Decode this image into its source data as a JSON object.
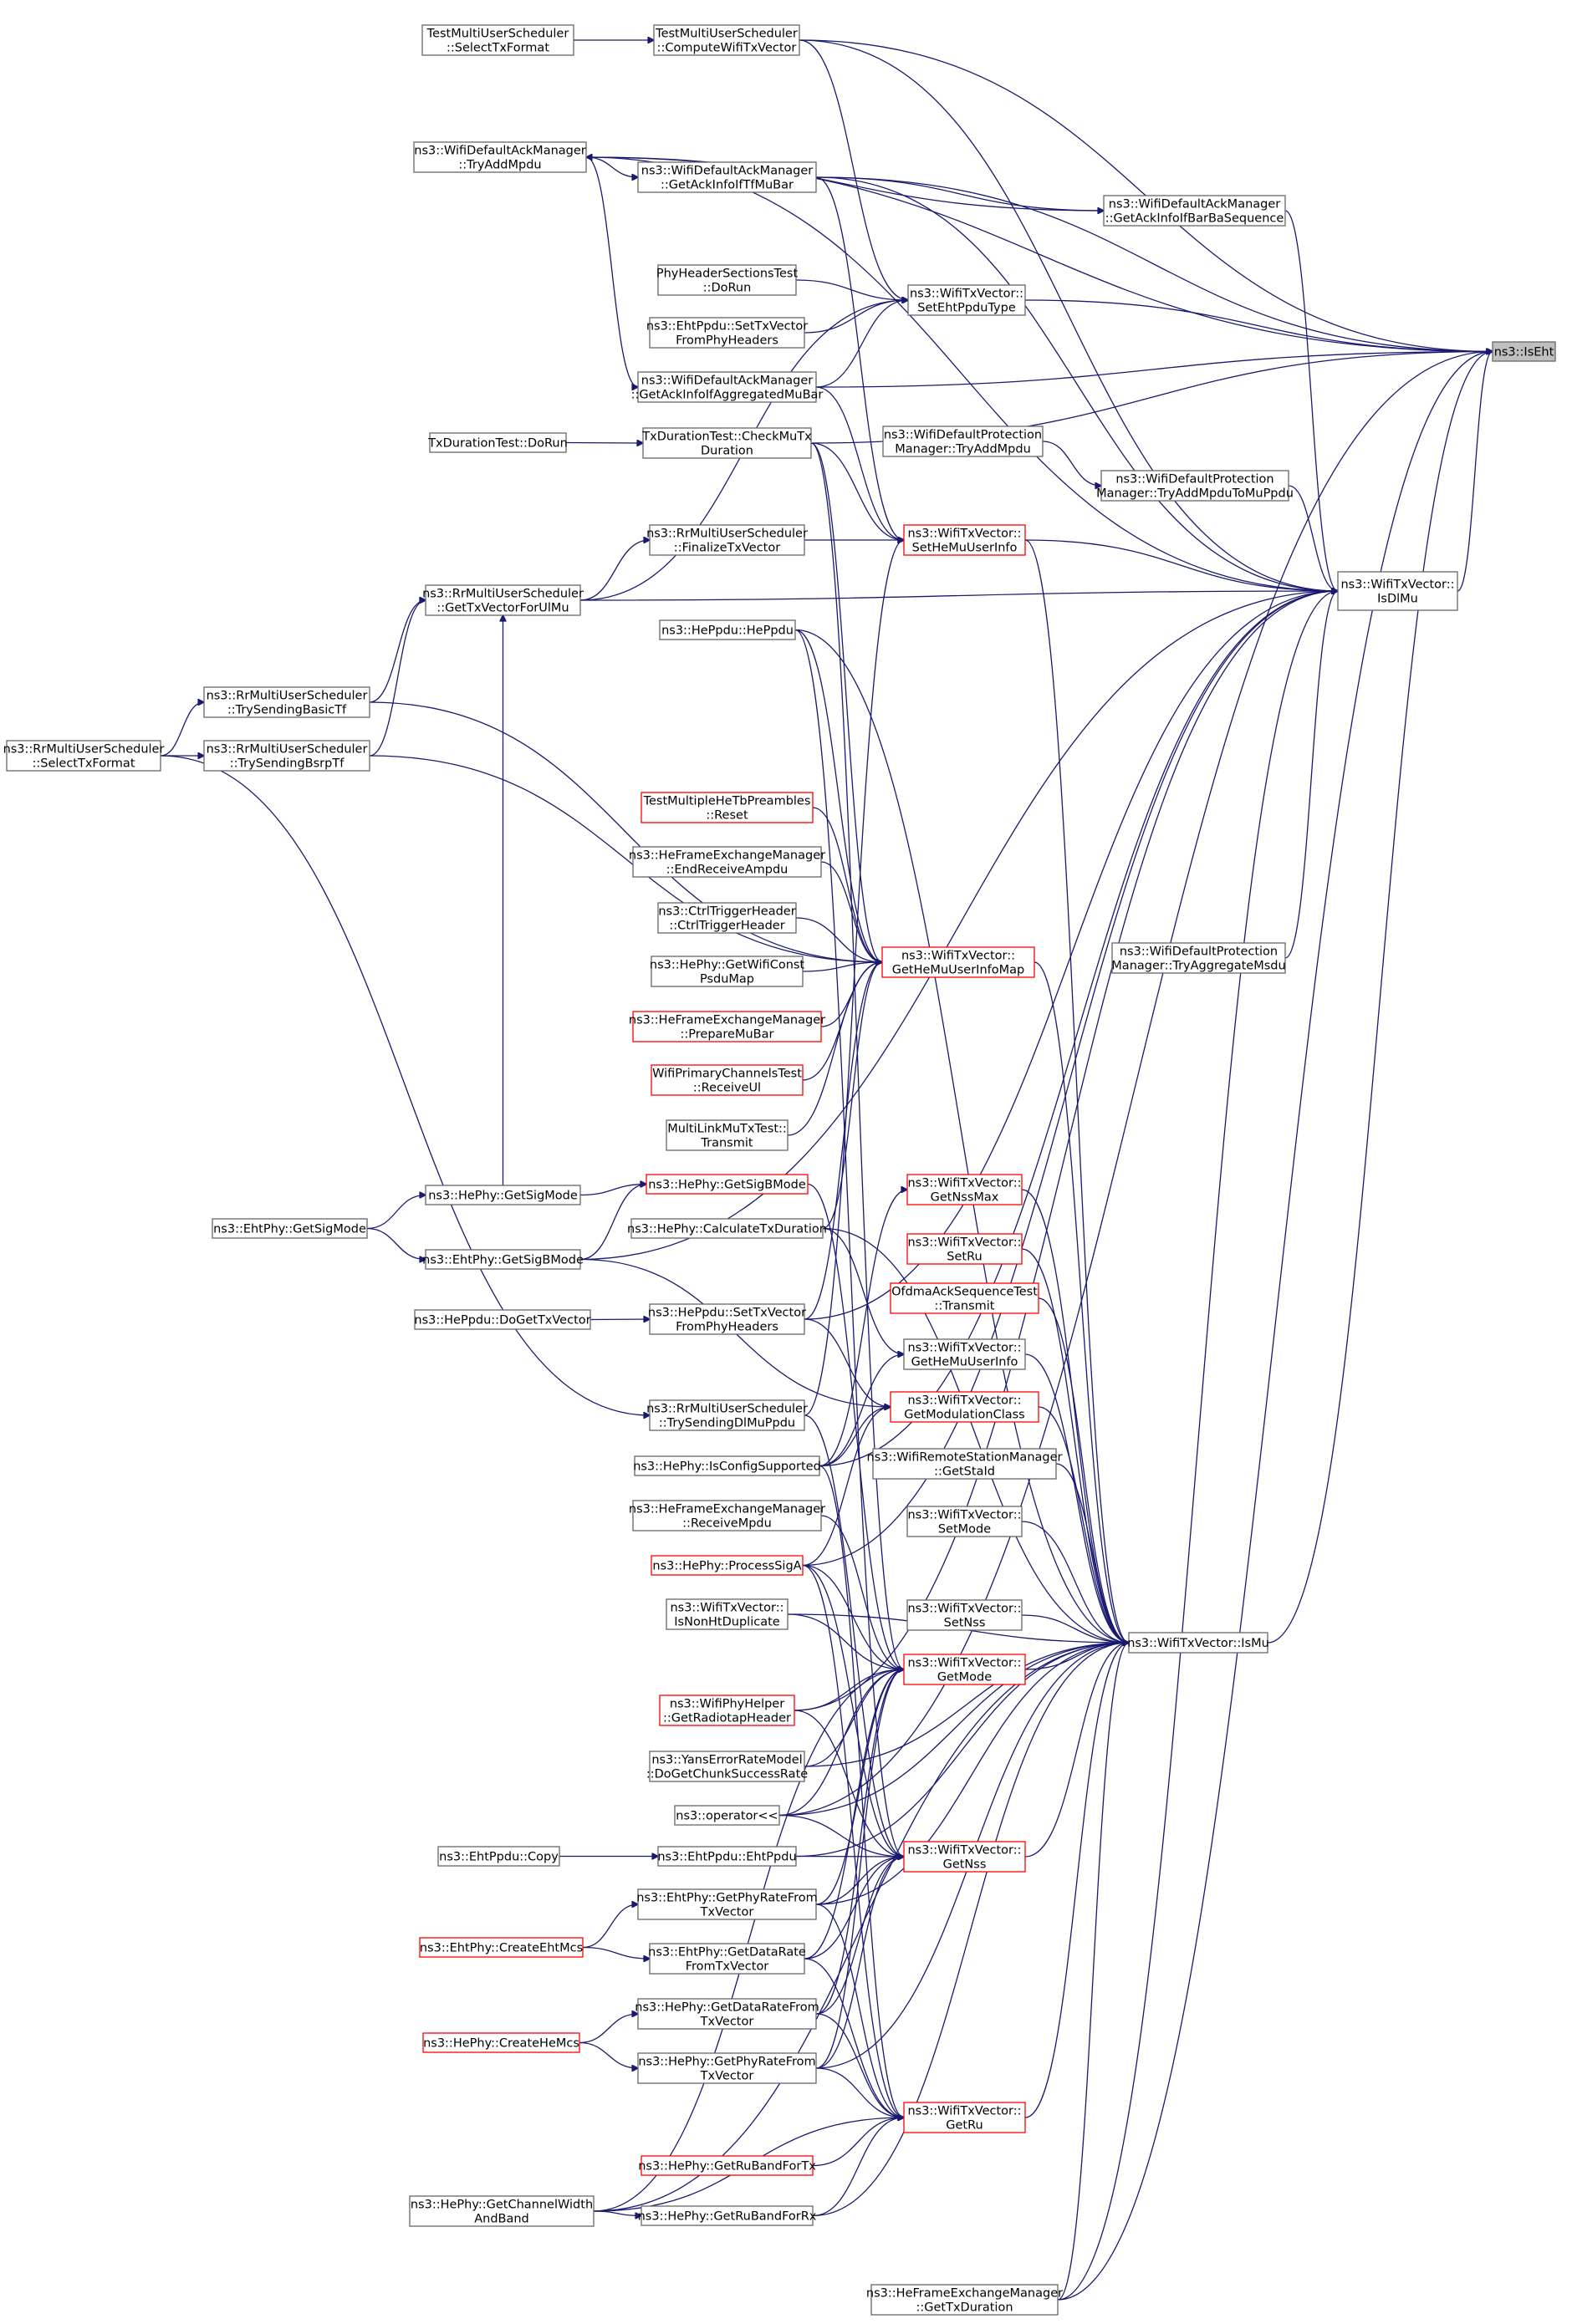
{
  "colors": {
    "edge": "#191970",
    "border": "#666666",
    "red_border": "#ff0000",
    "root_fill": "#bfbfbf"
  },
  "nodes": [
    {
      "id": "iseht",
      "lines": [
        "ns3::IsEht"
      ],
      "kind": "root"
    },
    {
      "id": "isdlmu",
      "lines": [
        "ns3::WifiTxVector::",
        "IsDlMu"
      ],
      "kind": "normal"
    },
    {
      "id": "ismu",
      "lines": [
        "ns3::WifiTxVector::IsMu"
      ],
      "kind": "normal"
    },
    {
      "id": "cwtv",
      "lines": [
        "TestMultiUserScheduler",
        "::ComputeWifiTxVector"
      ],
      "kind": "normal"
    },
    {
      "id": "stf",
      "lines": [
        "TestMultiUserScheduler",
        "::SelectTxFormat"
      ],
      "kind": "normal"
    },
    {
      "id": "tryadd",
      "lines": [
        "ns3::WifiDefaultAckManager",
        "::TryAddMpdu"
      ],
      "kind": "normal"
    },
    {
      "id": "gaitfmu",
      "lines": [
        "ns3::WifiDefaultAckManager",
        "::GetAckInfoIfTfMuBar"
      ],
      "kind": "normal"
    },
    {
      "id": "gaibarba",
      "lines": [
        "ns3::WifiDefaultAckManager",
        "::GetAckInfoIfBarBaSequence"
      ],
      "kind": "normal"
    },
    {
      "id": "phst",
      "lines": [
        "PhyHeaderSectionsTest",
        "::DoRun"
      ],
      "kind": "normal"
    },
    {
      "id": "setehtppdu",
      "lines": [
        "ns3::WifiTxVector::",
        "SetEhtPpduType"
      ],
      "kind": "normal"
    },
    {
      "id": "ehtsettxv",
      "lines": [
        "ns3::EhtPpdu::SetTxVector",
        "FromPhyHeaders"
      ],
      "kind": "normal"
    },
    {
      "id": "gaiagg",
      "lines": [
        "ns3::WifiDefaultAckManager",
        "::GetAckInfoIfAggregatedMuBar"
      ],
      "kind": "normal"
    },
    {
      "id": "tddorun",
      "lines": [
        "TxDurationTest::DoRun"
      ],
      "kind": "normal"
    },
    {
      "id": "checkmu",
      "lines": [
        "TxDurationTest::CheckMuTx",
        "Duration"
      ],
      "kind": "normal"
    },
    {
      "id": "dpmtryadd",
      "lines": [
        "ns3::WifiDefaultProtection",
        "Manager::TryAddMpdu"
      ],
      "kind": "normal"
    },
    {
      "id": "dpmtrymu",
      "lines": [
        "ns3::WifiDefaultProtection",
        "Manager::TryAddMpduToMuPpdu"
      ],
      "kind": "normal"
    },
    {
      "id": "finalize",
      "lines": [
        "ns3::RrMultiUserScheduler",
        "::FinalizeTxVector"
      ],
      "kind": "normal"
    },
    {
      "id": "sethemu",
      "lines": [
        "ns3::WifiTxVector::",
        "SetHeMuUserInfo"
      ],
      "kind": "red"
    },
    {
      "id": "gettxvul",
      "lines": [
        "ns3::RrMultiUserScheduler",
        "::GetTxVectorForUlMu"
      ],
      "kind": "normal"
    },
    {
      "id": "heppdu",
      "lines": [
        "ns3::HePpdu::HePpdu"
      ],
      "kind": "normal"
    },
    {
      "id": "trybasic",
      "lines": [
        "ns3::RrMultiUserScheduler",
        "::TrySendingBasicTf"
      ],
      "kind": "normal"
    },
    {
      "id": "rrselect",
      "lines": [
        "ns3::RrMultiUserScheduler",
        "::SelectTxFormat"
      ],
      "kind": "normal"
    },
    {
      "id": "trybsrp",
      "lines": [
        "ns3::RrMultiUserScheduler",
        "::TrySendingBsrpTf"
      ],
      "kind": "normal"
    },
    {
      "id": "tmreset",
      "lines": [
        "TestMultipleHeTbPreambles",
        "::Reset"
      ],
      "kind": "red"
    },
    {
      "id": "endrecv",
      "lines": [
        "ns3::HeFrameExchangeManager",
        "::EndReceiveAmpdu"
      ],
      "kind": "normal"
    },
    {
      "id": "ctrltrig",
      "lines": [
        "ns3::CtrlTriggerHeader",
        "::CtrlTriggerHeader"
      ],
      "kind": "normal"
    },
    {
      "id": "gethemumap",
      "lines": [
        "ns3::WifiTxVector::",
        "GetHeMuUserInfoMap"
      ],
      "kind": "red"
    },
    {
      "id": "getwificonst",
      "lines": [
        "ns3::HePhy::GetWifiConst",
        "PsduMap"
      ],
      "kind": "normal"
    },
    {
      "id": "dpmtryagg",
      "lines": [
        "ns3::WifiDefaultProtection",
        "Manager::TryAggregateMsdu"
      ],
      "kind": "normal"
    },
    {
      "id": "preparemubar",
      "lines": [
        "ns3::HeFrameExchangeManager",
        "::PrepareMuBar"
      ],
      "kind": "red"
    },
    {
      "id": "wpcrecv",
      "lines": [
        "WifiPrimaryChannelsTest",
        "::ReceiveUl"
      ],
      "kind": "red"
    },
    {
      "id": "mlmutx",
      "lines": [
        "MultiLinkMuTxTest::",
        "Transmit"
      ],
      "kind": "normal"
    },
    {
      "id": "hegetsigmode",
      "lines": [
        "ns3::HePhy::GetSigMode"
      ],
      "kind": "normal"
    },
    {
      "id": "getsigb",
      "lines": [
        "ns3::HePhy::GetSigBMode"
      ],
      "kind": "red"
    },
    {
      "id": "getnssmax",
      "lines": [
        "ns3::WifiTxVector::",
        "GetNssMax"
      ],
      "kind": "red"
    },
    {
      "id": "ehtgetsigmode",
      "lines": [
        "ns3::EhtPhy::GetSigMode"
      ],
      "kind": "normal"
    },
    {
      "id": "calctxdur",
      "lines": [
        "ns3::HePhy::CalculateTxDuration"
      ],
      "kind": "normal"
    },
    {
      "id": "setru",
      "lines": [
        "ns3::WifiTxVector::",
        "SetRu"
      ],
      "kind": "red"
    },
    {
      "id": "ehtgetsigb",
      "lines": [
        "ns3::EhtPhy::GetSigBMode"
      ],
      "kind": "normal"
    },
    {
      "id": "ofdmaack",
      "lines": [
        "OfdmaAckSequenceTest",
        "::Transmit"
      ],
      "kind": "red"
    },
    {
      "id": "hedoget",
      "lines": [
        "ns3::HePpdu::DoGetTxVector"
      ],
      "kind": "normal"
    },
    {
      "id": "hesettxv",
      "lines": [
        "ns3::HePpdu::SetTxVector",
        "FromPhyHeaders"
      ],
      "kind": "normal"
    },
    {
      "id": "gethemuinfo",
      "lines": [
        "ns3::WifiTxVector::",
        "GetHeMuUserInfo"
      ],
      "kind": "normal"
    },
    {
      "id": "trydlmu",
      "lines": [
        "ns3::RrMultiUserScheduler",
        "::TrySendingDlMuPpdu"
      ],
      "kind": "normal"
    },
    {
      "id": "getmodclass",
      "lines": [
        "ns3::WifiTxVector::",
        "GetModulationClass"
      ],
      "kind": "red"
    },
    {
      "id": "getstaid",
      "lines": [
        "ns3::WifiRemoteStationManager",
        "::GetStaId"
      ],
      "kind": "normal"
    },
    {
      "id": "isconfig",
      "lines": [
        "ns3::HePhy::IsConfigSupported"
      ],
      "kind": "normal"
    },
    {
      "id": "setmode",
      "lines": [
        "ns3::WifiTxVector::",
        "SetMode"
      ],
      "kind": "normal"
    },
    {
      "id": "recvmpdu",
      "lines": [
        "ns3::HeFrameExchangeManager",
        "::ReceiveMpdu"
      ],
      "kind": "normal"
    },
    {
      "id": "procsiga",
      "lines": [
        "ns3::HePhy::ProcessSigA"
      ],
      "kind": "red"
    },
    {
      "id": "setnss",
      "lines": [
        "ns3::WifiTxVector::",
        "SetNss"
      ],
      "kind": "normal"
    },
    {
      "id": "isnonht",
      "lines": [
        "ns3::WifiTxVector::",
        "IsNonHtDuplicate"
      ],
      "kind": "normal"
    },
    {
      "id": "getmode",
      "lines": [
        "ns3::WifiTxVector::",
        "GetMode"
      ],
      "kind": "red"
    },
    {
      "id": "radiotap",
      "lines": [
        "ns3::WifiPhyHelper",
        "::GetRadiotapHeader"
      ],
      "kind": "red"
    },
    {
      "id": "yans",
      "lines": [
        "ns3::YansErrorRateModel",
        "::DoGetChunkSuccessRate"
      ],
      "kind": "normal"
    },
    {
      "id": "oplshift",
      "lines": [
        "ns3::operator<<"
      ],
      "kind": "normal"
    },
    {
      "id": "ehtcopy",
      "lines": [
        "ns3::EhtPpdu::Copy"
      ],
      "kind": "normal"
    },
    {
      "id": "ehtppdu",
      "lines": [
        "ns3::EhtPpdu::EhtPpdu"
      ],
      "kind": "normal"
    },
    {
      "id": "getnss",
      "lines": [
        "ns3::WifiTxVector::",
        "GetNss"
      ],
      "kind": "red"
    },
    {
      "id": "ehtphyrate",
      "lines": [
        "ns3::EhtPhy::GetPhyRateFrom",
        "TxVector"
      ],
      "kind": "normal"
    },
    {
      "id": "createeht",
      "lines": [
        "ns3::EhtPhy::CreateEhtMcs"
      ],
      "kind": "red"
    },
    {
      "id": "ehtdatarate",
      "lines": [
        "ns3::EhtPhy::GetDataRate",
        "FromTxVector"
      ],
      "kind": "normal"
    },
    {
      "id": "hedatarate",
      "lines": [
        "ns3::HePhy::GetDataRateFrom",
        "TxVector"
      ],
      "kind": "normal"
    },
    {
      "id": "createhe",
      "lines": [
        "ns3::HePhy::CreateHeMcs"
      ],
      "kind": "red"
    },
    {
      "id": "hephyrate",
      "lines": [
        "ns3::HePhy::GetPhyRateFrom",
        "TxVector"
      ],
      "kind": "normal"
    },
    {
      "id": "getru",
      "lines": [
        "ns3::WifiTxVector::",
        "GetRu"
      ],
      "kind": "red"
    },
    {
      "id": "rubandtx",
      "lines": [
        "ns3::HePhy::GetRuBandForTx"
      ],
      "kind": "red"
    },
    {
      "id": "chwband",
      "lines": [
        "ns3::HePhy::GetChannelWidth",
        "AndBand"
      ],
      "kind": "normal"
    },
    {
      "id": "rubandrx",
      "lines": [
        "ns3::HePhy::GetRuBandForRx"
      ],
      "kind": "normal"
    },
    {
      "id": "gettxdur",
      "lines": [
        "ns3::HeFrameExchangeManager",
        "::GetTxDuration"
      ],
      "kind": "normal"
    }
  ],
  "edges": [
    [
      "stf",
      "cwtv"
    ],
    [
      "tryadd",
      "gaitfmu"
    ],
    [
      "tddorun",
      "checkmu"
    ],
    [
      "dpmtryadd",
      "dpmtrymu"
    ],
    [
      "trybasic",
      "gettxvul"
    ],
    [
      "trybsrp",
      "gettxvul"
    ],
    [
      "rrselect",
      "trybasic"
    ],
    [
      "rrselect",
      "trybsrp"
    ],
    [
      "gettxvul",
      "finalize"
    ],
    [
      "finalize",
      "sethemu"
    ],
    [
      "hegetsigmode",
      "getsigb"
    ],
    [
      "ehtgetsigb",
      "getsigb"
    ],
    [
      "ehtgetsigmode",
      "hegetsigmode"
    ],
    [
      "ehtgetsigmode",
      "ehtgetsigb"
    ],
    [
      "hedoget",
      "hesettxv"
    ],
    [
      "ehtcopy",
      "ehtppdu"
    ],
    [
      "createeht",
      "ehtphyrate"
    ],
    [
      "createeht",
      "ehtdatarate"
    ],
    [
      "createhe",
      "hedatarate"
    ],
    [
      "createhe",
      "hephyrate"
    ],
    [
      "chwband",
      "rubandrx"
    ],
    [
      "tryadd",
      "gaiagg"
    ],
    [
      "gaibarba",
      "tryadd"
    ],
    [
      "gaitfmu",
      "gaibarba"
    ],
    [
      "rrselect",
      "trydlmu"
    ],
    [
      "hegetsigmode",
      "gettxvul"
    ],
    [
      "phst",
      "setehtppdu"
    ],
    [
      "ehtsettxv",
      "setehtppdu"
    ],
    [
      "gaiagg",
      "setehtppdu"
    ],
    [
      "gettxvul",
      "setehtppdu"
    ],
    [
      "cwtv",
      "setehtppdu"
    ],
    [
      "checkmu",
      "sethemu"
    ],
    [
      "gaitfmu",
      "sethemu"
    ],
    [
      "trydlmu",
      "sethemu"
    ],
    [
      "gaiagg",
      "sethemu"
    ],
    [
      "heppdu",
      "gethemumap"
    ],
    [
      "tmreset",
      "gethemumap"
    ],
    [
      "endrecv",
      "gethemumap"
    ],
    [
      "ctrltrig",
      "gethemumap"
    ],
    [
      "getwificonst",
      "gethemumap"
    ],
    [
      "preparemubar",
      "gethemumap"
    ],
    [
      "wpcrecv",
      "gethemumap"
    ],
    [
      "mlmutx",
      "gethemumap"
    ],
    [
      "calctxdur",
      "gethemumap"
    ],
    [
      "hesettxv",
      "gethemumap"
    ],
    [
      "checkmu",
      "gethemumap"
    ],
    [
      "trybasic",
      "gethemumap"
    ],
    [
      "trybsrp",
      "gethemumap"
    ],
    [
      "isconfig",
      "getnssmax"
    ],
    [
      "isconfig",
      "gethemuinfo"
    ],
    [
      "calctxdur",
      "gethemuinfo"
    ],
    [
      "isconfig",
      "getmodclass"
    ],
    [
      "ehtgetsigb",
      "getmodclass"
    ],
    [
      "hesettxv",
      "getmodclass"
    ],
    [
      "procsiga",
      "getmodclass"
    ],
    [
      "isnonht",
      "getmode"
    ],
    [
      "radiotap",
      "getmode"
    ],
    [
      "yans",
      "getmode"
    ],
    [
      "oplshift",
      "getmode"
    ],
    [
      "ehtphyrate",
      "getmode"
    ],
    [
      "ehtdatarate",
      "getmode"
    ],
    [
      "hedatarate",
      "getmode"
    ],
    [
      "hephyrate",
      "getmode"
    ],
    [
      "checkmu",
      "getmode"
    ],
    [
      "procsiga",
      "getmode"
    ],
    [
      "recvmpdu",
      "getmode"
    ],
    [
      "getsigb",
      "getmode"
    ],
    [
      "chwband",
      "getmode"
    ],
    [
      "ehtppdu",
      "getnss"
    ],
    [
      "ehtphyrate",
      "getnss"
    ],
    [
      "ehtdatarate",
      "getnss"
    ],
    [
      "hedatarate",
      "getnss"
    ],
    [
      "hephyrate",
      "getnss"
    ],
    [
      "oplshift",
      "getnss"
    ],
    [
      "radiotap",
      "getnss"
    ],
    [
      "procsiga",
      "getnss"
    ],
    [
      "trydlmu",
      "getnss"
    ],
    [
      "heppdu",
      "getnss"
    ],
    [
      "rubandtx",
      "getru"
    ],
    [
      "rubandrx",
      "getru"
    ],
    [
      "chwband",
      "getru"
    ],
    [
      "ehtphyrate",
      "getru"
    ],
    [
      "hephyrate",
      "getru"
    ],
    [
      "hedatarate",
      "getru"
    ],
    [
      "ehtdatarate",
      "getru"
    ],
    [
      "isconfig",
      "getru"
    ],
    [
      "procsiga",
      "getru"
    ],
    [
      "gettxdur",
      "isdlmu"
    ],
    [
      "dpmtryagg",
      "isdlmu"
    ],
    [
      "dpmtrymu",
      "isdlmu"
    ],
    [
      "gaibarba",
      "isdlmu"
    ],
    [
      "tryadd",
      "isdlmu"
    ],
    [
      "gaitfmu",
      "isdlmu"
    ],
    [
      "cwtv",
      "isdlmu"
    ],
    [
      "sethemu",
      "isdlmu"
    ],
    [
      "gettxvul",
      "isdlmu"
    ],
    [
      "ehtgetsigb",
      "isdlmu"
    ],
    [
      "isconfig",
      "isdlmu"
    ],
    [
      "procsiga",
      "isdlmu"
    ],
    [
      "radiotap",
      "isdlmu"
    ],
    [
      "hesettxv",
      "isdlmu"
    ],
    [
      "getnssmax",
      "ismu"
    ],
    [
      "setru",
      "ismu"
    ],
    [
      "ofdmaack",
      "ismu"
    ],
    [
      "gethemuinfo",
      "ismu"
    ],
    [
      "getmodclass",
      "ismu"
    ],
    [
      "getstaid",
      "ismu"
    ],
    [
      "setmode",
      "ismu"
    ],
    [
      "setnss",
      "ismu"
    ],
    [
      "getmode",
      "ismu"
    ],
    [
      "getnss",
      "ismu"
    ],
    [
      "getru",
      "ismu"
    ],
    [
      "gettxdur",
      "ismu"
    ],
    [
      "isnonht",
      "ismu"
    ],
    [
      "yans",
      "ismu"
    ],
    [
      "oplshift",
      "ismu"
    ],
    [
      "ehtppdu",
      "ismu"
    ],
    [
      "ehtphyrate",
      "ismu"
    ],
    [
      "hephyrate",
      "ismu"
    ],
    [
      "chwband",
      "ismu"
    ],
    [
      "rubandrx",
      "ismu"
    ],
    [
      "gethemumap",
      "ismu"
    ],
    [
      "sethemu",
      "ismu"
    ],
    [
      "heppdu",
      "ismu"
    ],
    [
      "calctxdur",
      "ismu"
    ],
    [
      "isdlmu",
      "iseht"
    ],
    [
      "ismu",
      "iseht"
    ],
    [
      "cwtv",
      "iseht"
    ],
    [
      "tryadd",
      "iseht"
    ],
    [
      "gaitfmu",
      "iseht"
    ],
    [
      "setehtppdu",
      "iseht"
    ],
    [
      "gaiagg",
      "iseht"
    ],
    [
      "checkmu",
      "iseht"
    ],
    [
      "oplshift",
      "iseht"
    ],
    [
      "gettxdur",
      "iseht"
    ]
  ]
}
